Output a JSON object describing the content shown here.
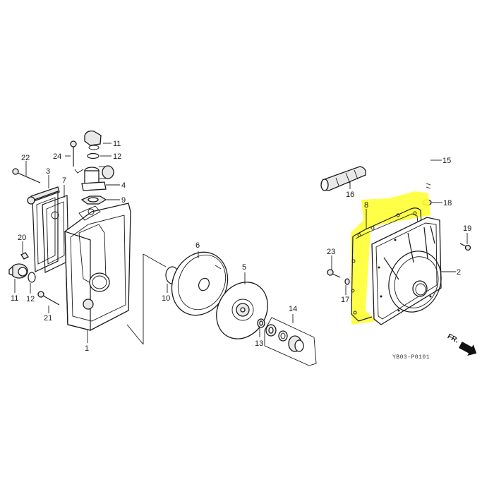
{
  "diagram": {
    "type": "exploded-parts-diagram",
    "highlight_color": "#ffff33",
    "highlighted_part": "8",
    "diagram_code": "YB03-P0101",
    "direction_label": "FR.",
    "callouts": {
      "p1": "1",
      "p2": "2",
      "p3": "3",
      "p4": "4",
      "p5": "5",
      "p6": "6",
      "p7": "7",
      "p8": "8",
      "p9": "9",
      "p10": "10",
      "p11a": "11",
      "p11b": "11",
      "p12a": "12",
      "p12b": "12",
      "p13": "13",
      "p14": "14",
      "p15": "15",
      "p16": "16",
      "p17": "17",
      "p18": "18",
      "p19": "19",
      "p20": "20",
      "p21": "21",
      "p22": "22",
      "p23": "23",
      "p24": "24"
    }
  }
}
